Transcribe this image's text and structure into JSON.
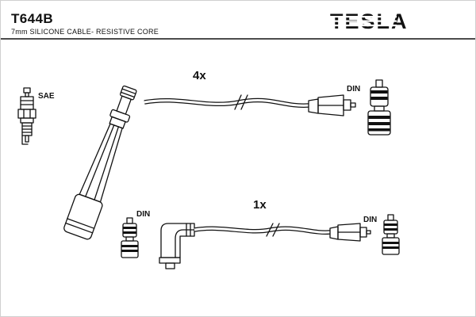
{
  "header": {
    "part_number": "T644B",
    "subtitle": "7mm SILICONE CABLE- RESISTIVE CORE",
    "brand": "TESLA"
  },
  "labels": {
    "sae": "SAE",
    "qty_upper": "4x",
    "qty_lower": "1x",
    "din_upper": "DIN",
    "din_lower_left": "DIN",
    "din_lower_right": "DIN"
  },
  "colors": {
    "ink": "#111111",
    "background": "#ffffff",
    "border": "#d0d0d0"
  }
}
